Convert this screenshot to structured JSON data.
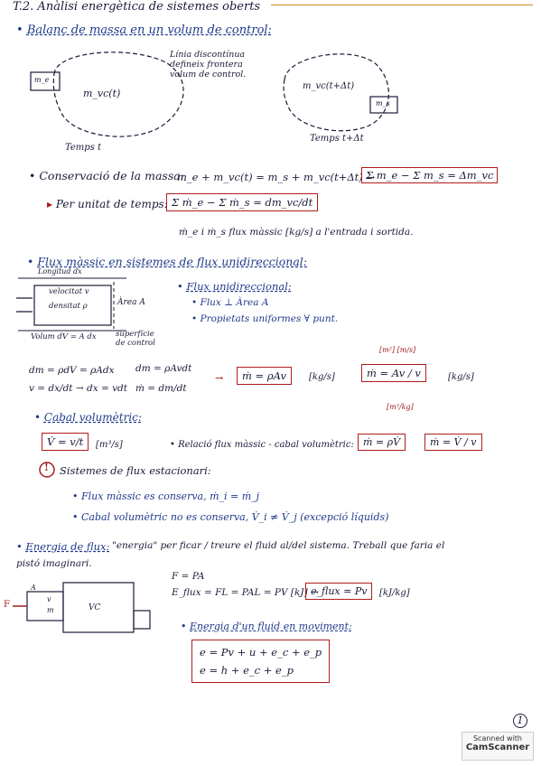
{
  "header": {
    "title": "T.2. Anàlisi energètica de sistemes oberts"
  },
  "s1": {
    "title": "Balanç de massa en un volum de control:",
    "m_e": "m_e",
    "m_vc_t": "m_vc(t)",
    "time_t": "Temps t",
    "note": "Línia discontínua\ndefineix frontera\nvolum de control.",
    "m_vc_tdt": "m_vc(t+Δt)",
    "m_s": "m_s",
    "time_tdt": "Temps t+Δt"
  },
  "s2": {
    "conserv": "Conservació de la massa:",
    "eq1": "m_e + m_vc(t) = m_s + m_vc(t+Δt)  →",
    "eq1_box": "Σ m_e − Σ m_s = Δm_vc",
    "per_unit": "Per unitat de temps:",
    "eq2_box": "Σ ṁ_e − Σ ṁ_s = dm_vc/dt",
    "flux_note": "ṁ_e i ṁ_s flux màssic [kg/s] a l'entrada i sortida."
  },
  "s3": {
    "title": "Flux màssic en sistemes de flux unidireccional:",
    "long": "Longitud dx",
    "velocitat": "velocitat v",
    "densitat": "densitat ρ",
    "area": "Àrea A",
    "volum": "Volum dV = A dx",
    "superficie": "superfície\nde control",
    "uni_title": "Flux unidireccional:",
    "uni_1": "Flux ⊥ Àrea A",
    "uni_2": "Propietats uniformes ∀ punt.",
    "d1": "dm = ρdV = ρAdx",
    "d2": "v = dx/dt → dx = vdt",
    "d3": "dm = ρAvdt",
    "d4": "ṁ = dm/dt",
    "res_box": "ṁ = ρAv",
    "res_unit": "[kg/s]",
    "res_box2": "ṁ = Av / v",
    "res2_top": "[m²] [m/s]",
    "res2_bot": "[m³/kg]",
    "res2_unit": "[kg/s]"
  },
  "s4": {
    "title": "Cabal volumètric:",
    "v_box": "V̇ = v/t",
    "v_unit": "[m³/s]",
    "relacio": "Relació flux màssic - cabal volumètric:",
    "rel_box1": "ṁ = ρV̇",
    "rel_box2": "ṁ = V̇ / v",
    "warn_title": "Sistemes de flux estacionari:",
    "warn_1": "Flux màssic es conserva,  ṁ_i = ṁ_j",
    "warn_2": "Cabal volumètric no es conserva,  V̇_i ≠ V̇_j  (excepció líquids)"
  },
  "s5": {
    "title": "Energia de flux:",
    "desc": "\"energia\" per ficar / treure el fluid al/del sistema. Treball que faria el",
    "desc2": "pistó imaginari.",
    "f_pa": "F = PA",
    "e_flux": "E_flux = FL = PAL = PV [kJ]  →",
    "e_box": "e_flux = Pv",
    "e_unit": "[kJ/kg]",
    "piston_F": "F",
    "piston_A": "A",
    "piston_v": "v",
    "piston_m": "m",
    "vc": "VC",
    "energia_title": "Energia d'un fluid en moviment:",
    "e1": "e = Pv + u + e_c + e_p",
    "e2": "e = h + e_c + e_p"
  },
  "footer": {
    "page": "1",
    "scan1": "Scanned with",
    "scan2": "CamScanner"
  }
}
